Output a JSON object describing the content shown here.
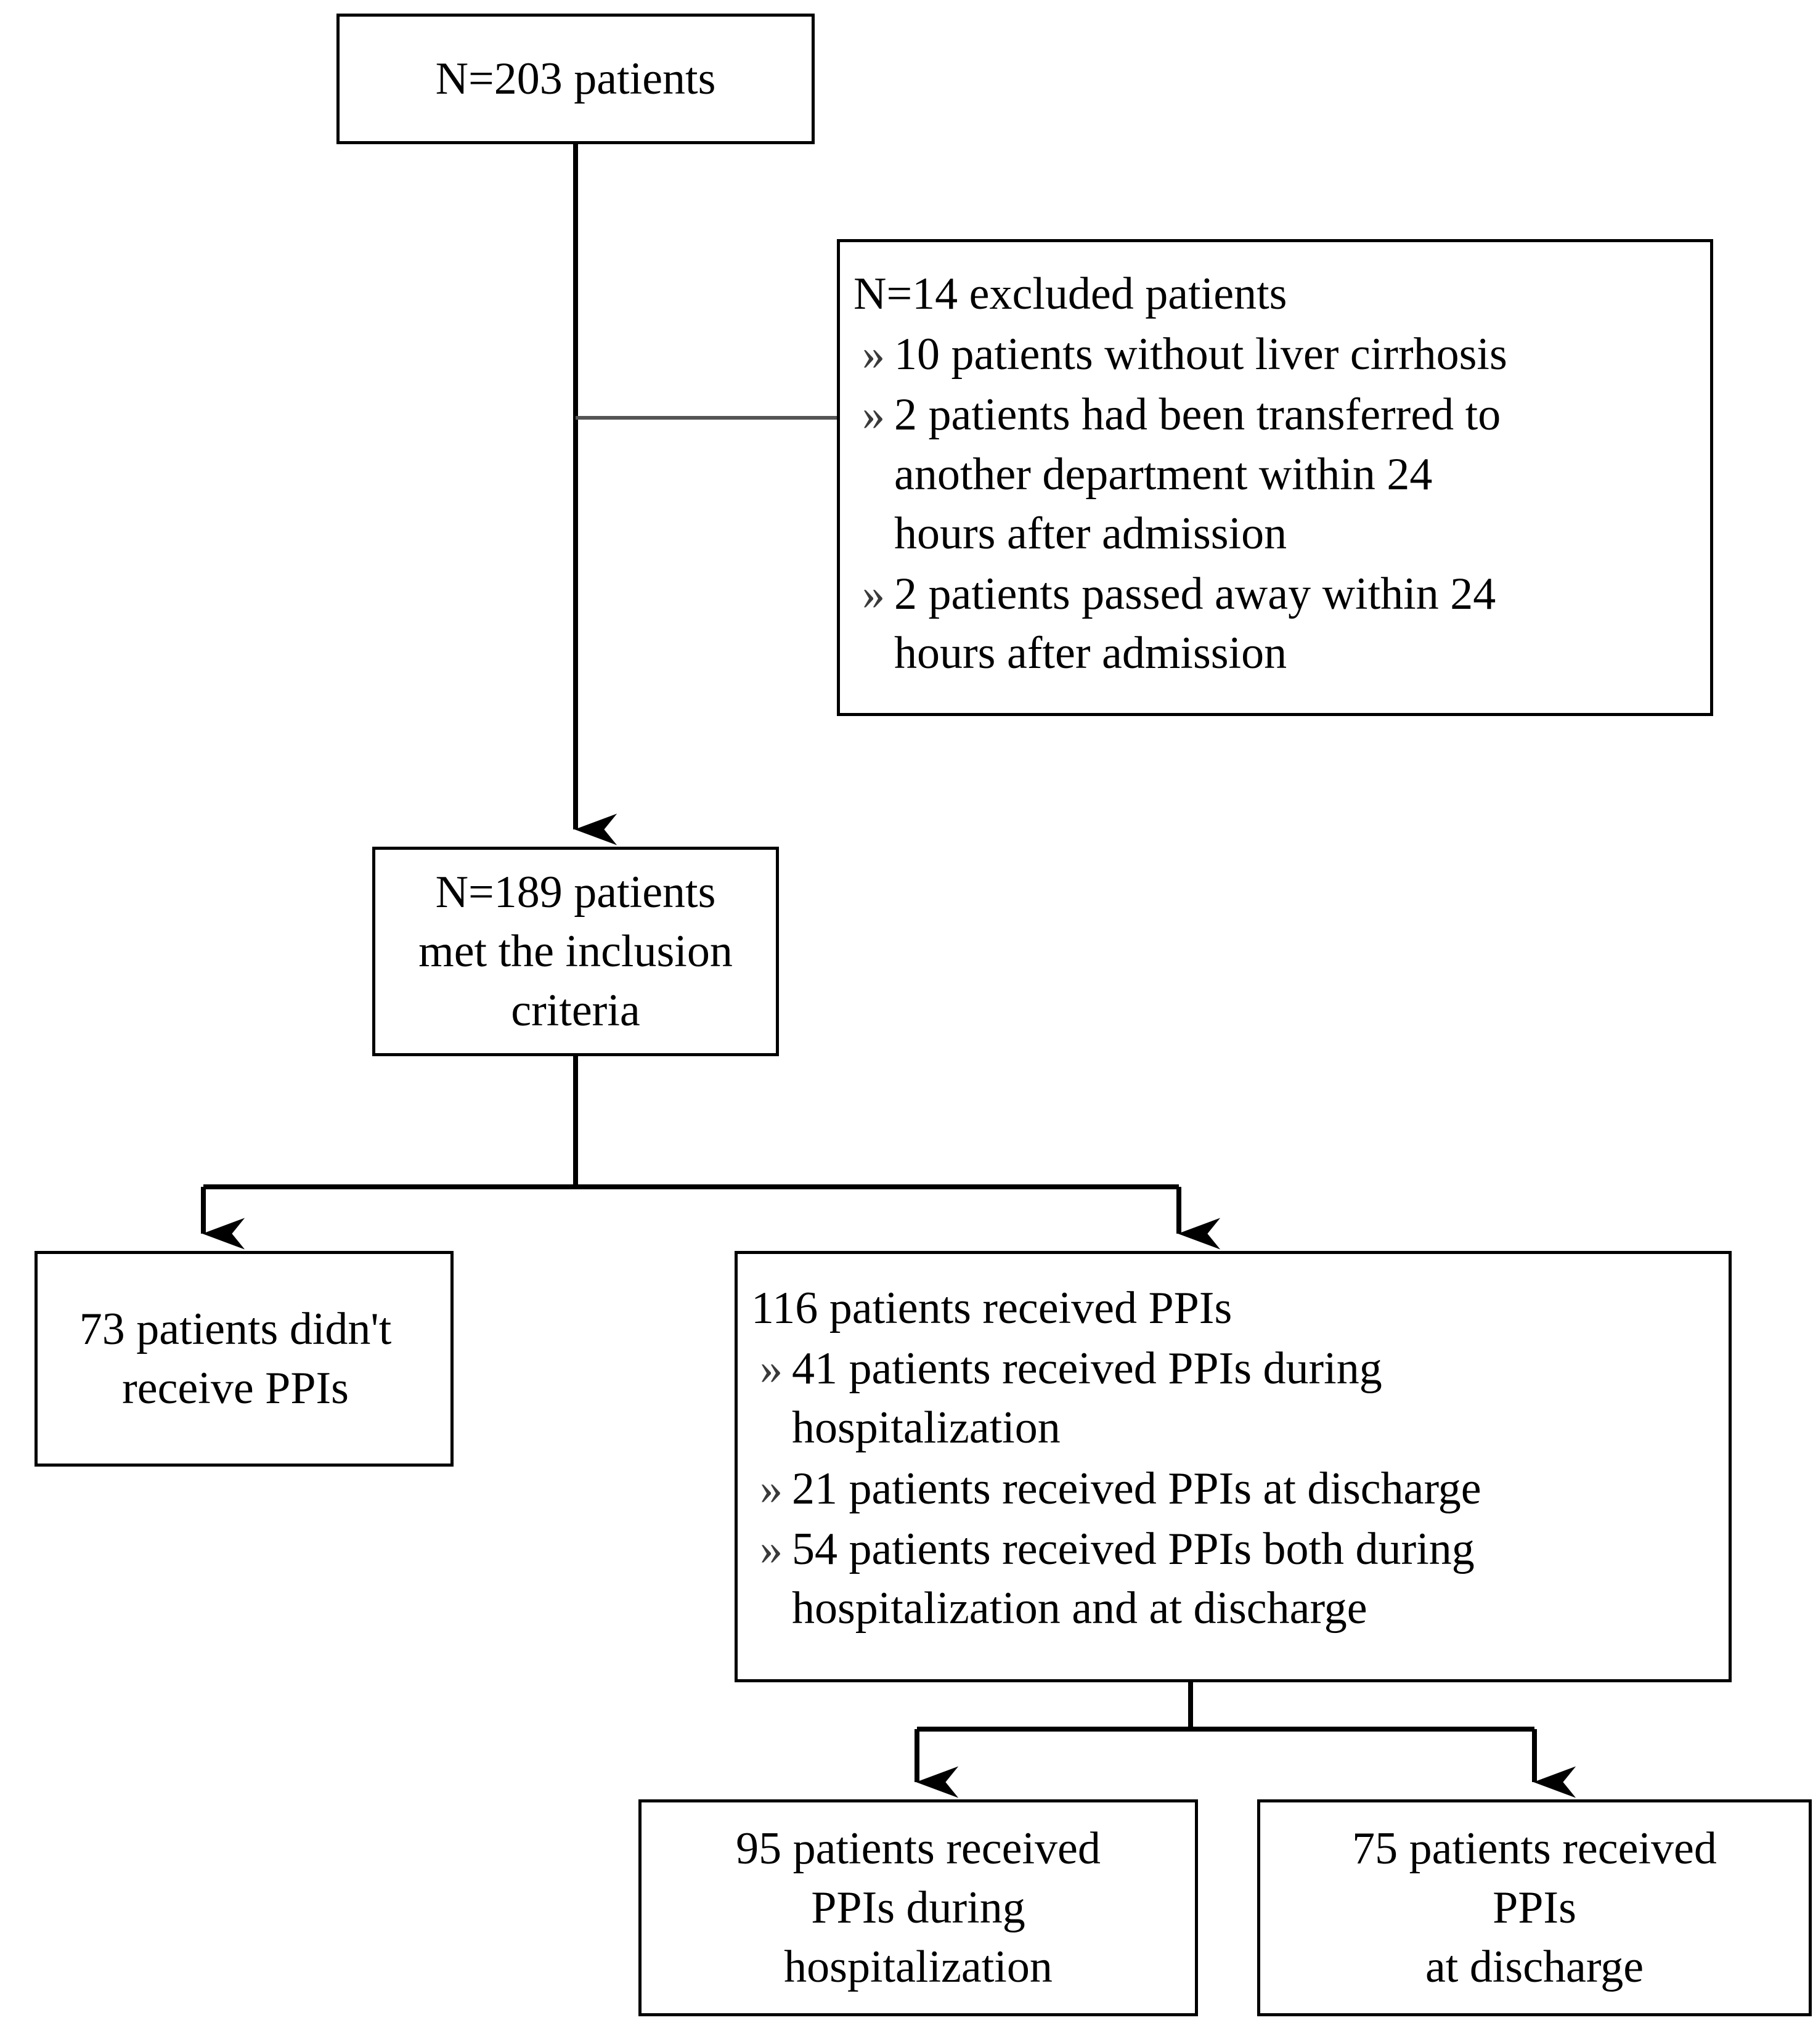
{
  "diagram": {
    "type": "patient-flow-chart",
    "bullet_marker": "»",
    "line_color": "#000000",
    "box_border_color": "#000000",
    "background_color": "#ffffff",
    "nodes": {
      "total": {
        "label": "N=203 patients"
      },
      "excluded": {
        "header": "N=14 excluded patients",
        "bullets": [
          "10 patients without liver cirrhosis",
          "2 patients had been transferred to\nanother department within 24\nhours after admission",
          "2 patients passed away within 24\nhours after admission"
        ],
        "bullet_lines": [
          [
            "10 patients without liver cirrhosis"
          ],
          [
            "2 patients had been transferred to",
            "another department within 24",
            "hours after admission"
          ],
          [
            "2 patients passed away within 24",
            "hours after admission"
          ]
        ]
      },
      "included": {
        "lines": [
          "N=189 patients",
          "met the inclusion",
          "criteria"
        ]
      },
      "no_ppi": {
        "lines": [
          "73 patients didn't",
          "receive PPIs"
        ]
      },
      "ppi": {
        "header": "116 patients received PPIs",
        "bullet_lines": [
          [
            "41 patients received PPIs during",
            "hospitalization"
          ],
          [
            "21 patients received PPIs at discharge"
          ],
          [
            "54 patients received PPIs both during",
            "hospitalization and at discharge"
          ]
        ]
      },
      "ppi_during": {
        "lines": [
          "95 patients received",
          "PPIs during",
          "hospitalization"
        ]
      },
      "ppi_discharge": {
        "lines": [
          "75 patients received",
          "PPIs",
          "at discharge"
        ]
      }
    },
    "counts": {
      "screened": 203,
      "excluded_total": 14,
      "excluded_no_cirrhosis": 10,
      "excluded_transferred": 2,
      "excluded_died": 2,
      "included": 189,
      "no_ppi": 73,
      "ppi": 116,
      "ppi_during_hospitalization_only": 41,
      "ppi_at_discharge_only": 21,
      "ppi_both": 54,
      "ppi_during_hospitalization_total": 95,
      "ppi_at_discharge_total": 75
    }
  }
}
